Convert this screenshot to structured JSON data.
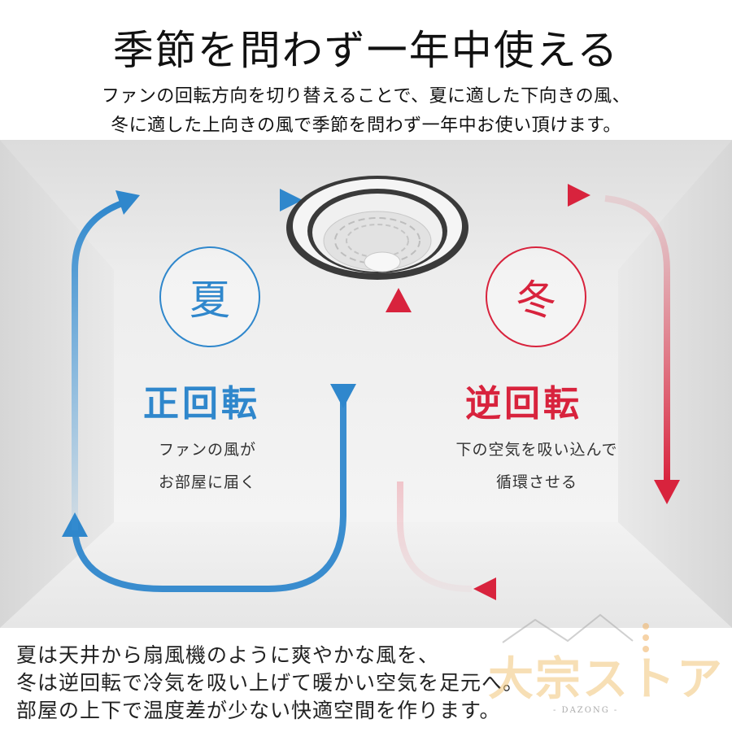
{
  "header": {
    "title": "季節を問わず一年中使える",
    "subtitle_line1": "ファンの回転方向を切り替えることで、夏に適した下向きの風、",
    "subtitle_line2": "冬に適した上向きの風で季節を問わず一年中お使い頂けます。"
  },
  "summer": {
    "season": "夏",
    "mode": "正回転",
    "desc_line1": "ファンの風が",
    "desc_line2": "お部屋に届く",
    "color": "#2f87cc"
  },
  "winter": {
    "season": "冬",
    "mode": "逆回転",
    "desc_line1": "下の空気を吸い込んで",
    "desc_line2": "循環させる",
    "color": "#d8233d"
  },
  "footer": {
    "line1": "夏は天井から扇風機のように爽やかな風を、",
    "line2": "冬は逆回転で冷気を吸い上げて暖かい空気を足元へ。",
    "line3": "部屋の上下で温度差が少ない快適空間を作ります。"
  },
  "logo": {
    "text": "大宗ストア",
    "sub": "- DAZONG -"
  },
  "icons": [
    "ceiling-fan-icon",
    "arrow-icon"
  ]
}
